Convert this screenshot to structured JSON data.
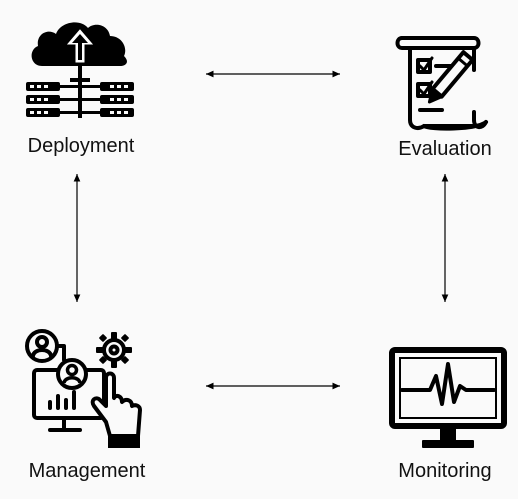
{
  "nodes": {
    "deployment": {
      "label": "Deployment",
      "icon": "cloud-upload-server-icon"
    },
    "evaluation": {
      "label": "Evaluation",
      "icon": "checklist-pencil-icon"
    },
    "management": {
      "label": "Management",
      "icon": "users-gears-hand-icon"
    },
    "monitoring": {
      "label": "Monitoring",
      "icon": "monitor-heartbeat-icon"
    }
  },
  "colors": {
    "background": "#fafafa",
    "ink": "#000000"
  }
}
